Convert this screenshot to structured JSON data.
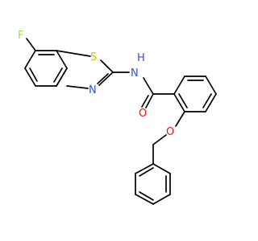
{
  "molecule": {
    "atoms": {
      "fluorine": "F",
      "sulfur": "S",
      "thiazole_nitrogen": "N",
      "amide_nitrogen": "N",
      "amide_hydrogen": "H",
      "carbonyl_oxygen": "O",
      "ether_oxygen": "O"
    },
    "colors": {
      "bond": "#000000",
      "fluorine": "#90E050",
      "sulfur": "#C8C800",
      "nitrogen": "#3050F8",
      "oxygen": "#FF0D0D"
    }
  }
}
